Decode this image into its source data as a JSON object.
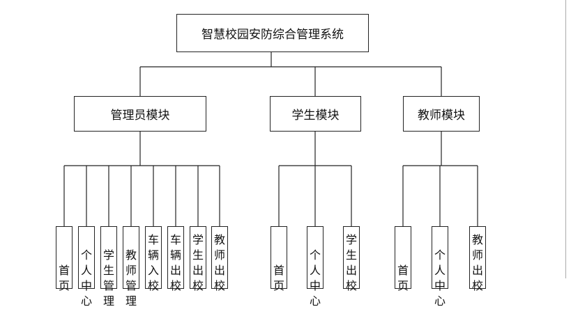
{
  "root": {
    "label": "智慧校园安防综合管理系统"
  },
  "modules": [
    {
      "label": "管理员模块",
      "children": [
        "首页",
        "个人中心",
        "学生管理",
        "教师管理",
        "车辆入校",
        "车辆出校",
        "学生出校",
        "教师出校"
      ]
    },
    {
      "label": "学生模块",
      "children": [
        "首页",
        "个人中心",
        "学生出校"
      ]
    },
    {
      "label": "教师模块",
      "children": [
        "首页",
        "个人中心",
        "教师出校"
      ]
    }
  ],
  "colors": {
    "line": "#222222",
    "border": "#222222",
    "text": "#111111"
  }
}
